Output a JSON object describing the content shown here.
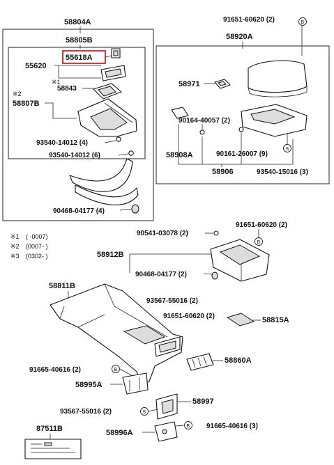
{
  "parts": {
    "p58804A": "58804A",
    "p58805B": "58805B",
    "p55618A": "55618A",
    "p55620": "55620",
    "p58843": "58843",
    "p58807B": "58807B",
    "p93540_14012_4": "93540-14012 (4)",
    "p93540_14012_6": "93540-14012 (6)",
    "p90468_04177_4": "90468-04177 (4)",
    "p91651_60620_2_top": "91651-60620 (2)",
    "p58920A": "58920A",
    "p58971": "58971",
    "p90164_40057_2": "90164-40057 (2)",
    "p58908A": "58908A",
    "p90161_26007_9": "90161-26007 (9)",
    "p58906": "58906",
    "p93540_15016_3": "93540-15016 (3)",
    "p90541_03078_2": "90541-03078 (2)",
    "p91651_60620_2_mid": "91651-60620 (2)",
    "p58912B": "58912B",
    "p90468_04177_2": "90468-04177 (2)",
    "p58811B": "58811B",
    "p93567_55016_2_a": "93567-55016 (2)",
    "p91651_60620_2_b": "91651-60620 (2)",
    "p58815A": "58815A",
    "p91665_40616_2": "91665-40616 (2)",
    "p58860A": "58860A",
    "p58995A": "58995A",
    "p58997": "58997",
    "p93567_55016_2_c": "93567-55016 (2)",
    "p87511B": "87511B",
    "p58996A": "58996A",
    "p91665_40616_3": "91665-40616 (3)"
  },
  "markers": {
    "star2": "※2",
    "badge_b": "B",
    "badge_s": "S"
  },
  "notes": [
    {
      "mark": "※1",
      "text": "(          -0007)"
    },
    {
      "mark": "※2",
      "text": "(0007-          )"
    },
    {
      "mark": "※3",
      "text": "(0302-          )"
    }
  ],
  "highlight_color": "#d90000"
}
